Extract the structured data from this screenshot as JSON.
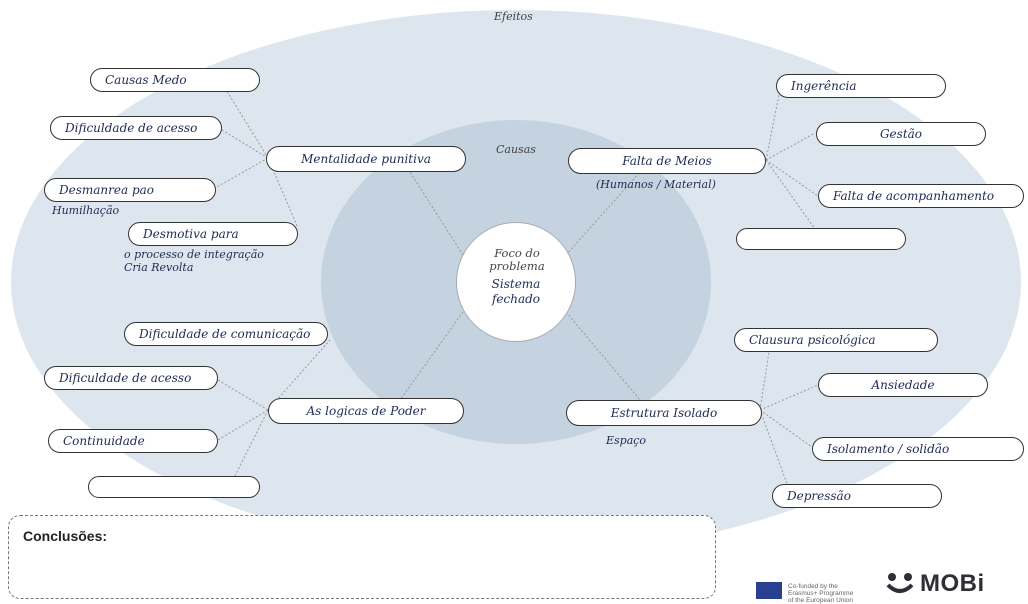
{
  "header": {
    "effects_label": "Efeitos",
    "causes_label": "Causas"
  },
  "center": {
    "label": "Foco do problema",
    "handwritten": "Sistema\nfechado"
  },
  "causes": [
    {
      "title": "Mentalidade punitiva",
      "branches": [
        {
          "text": "Causas Medo"
        },
        {
          "text": "Dificuldade de acesso"
        },
        {
          "text": "Desmanrea pao",
          "note": "Humilhação"
        },
        {
          "text": "Desmotiva para",
          "note": "o processo de integração\nCria Revolta"
        }
      ]
    },
    {
      "title": "As logicas de Poder",
      "branches": [
        {
          "text": "Dificuldade de comunicação"
        },
        {
          "text": "Dificuldade de acesso"
        },
        {
          "text": "Continuidade"
        },
        {
          "text": ""
        }
      ]
    }
  ],
  "effects": [
    {
      "title": "Falta de Meios",
      "note": "(Humanos / Material)",
      "branches": [
        {
          "text": "Ingerência"
        },
        {
          "text": "Gestão"
        },
        {
          "text": "Falta de acompanhamento"
        },
        {
          "text": ""
        }
      ]
    },
    {
      "title": "Estrutura Isolado",
      "note": "Espaço",
      "branches": [
        {
          "text": "Clausura psicológica"
        },
        {
          "text": "Ansiedade"
        },
        {
          "text": "Isolamento / solidão"
        },
        {
          "text": "Depressão"
        }
      ]
    }
  ],
  "conclusions": {
    "title": "Conclusões:",
    "text": ""
  },
  "footer": {
    "eu_text": "Co-funded by the Erasmus+ Programme of the European Union",
    "logo_text": "MOBi"
  },
  "colors": {
    "outer_ring": "#dde6ee",
    "inner_ring": "#c4d3df",
    "line": "#999999",
    "ink": "#1f2a55"
  }
}
